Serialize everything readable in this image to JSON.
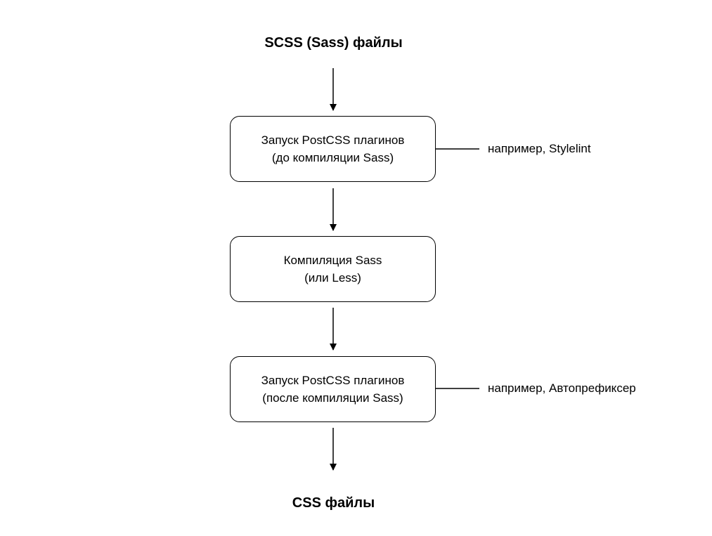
{
  "diagram": {
    "top_label": "SCSS (Sass) файлы",
    "bottom_label": "CSS файлы",
    "steps": [
      {
        "line1": "Запуск PostCSS плагинов",
        "line2": "(до компиляции Sass)",
        "note": "например, Stylelint"
      },
      {
        "line1": "Компиляция Sass",
        "line2": "(или Less)"
      },
      {
        "line1": "Запуск PostCSS плагинов",
        "line2": "(после компиляции Sass)",
        "note": "например, Автопрефиксер"
      }
    ]
  }
}
